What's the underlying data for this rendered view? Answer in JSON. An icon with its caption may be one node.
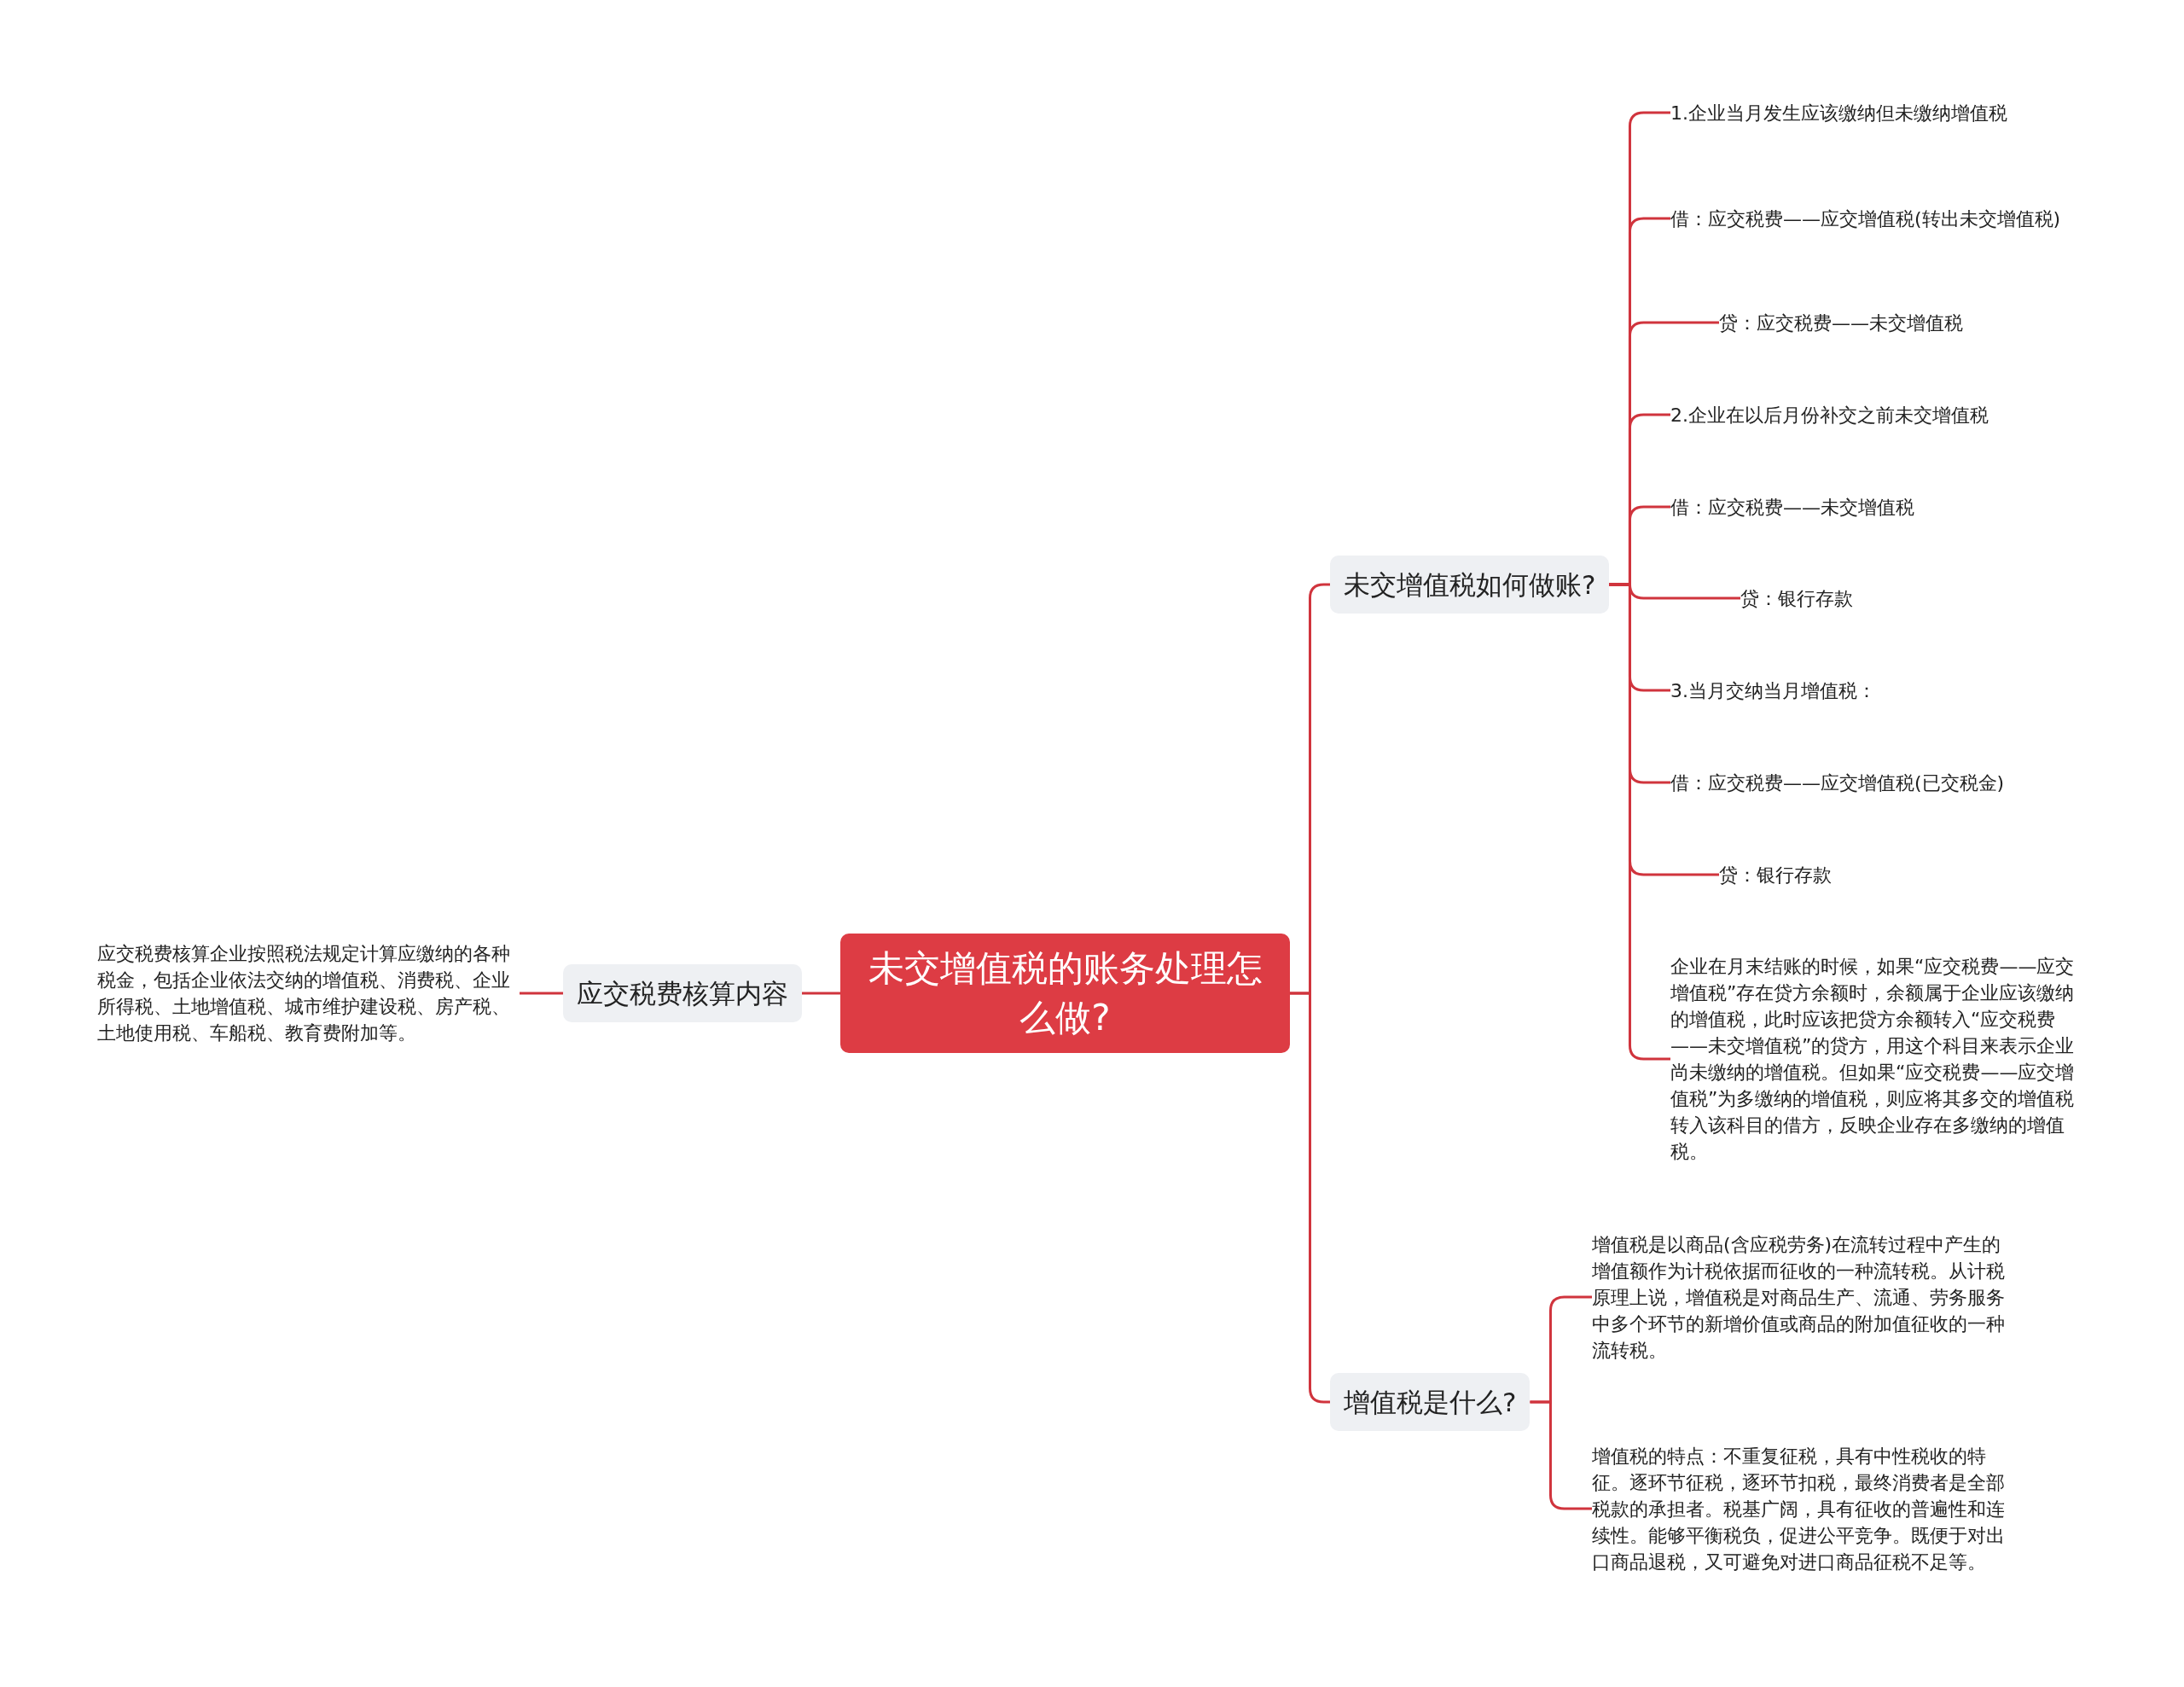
{
  "diagram": {
    "nodes": [
      {
        "text": [
          "未交增值税的账务处理怎么做?"
        ]
      },
      {
        "text": [
          "应交税费核算内容"
        ]
      },
      {
        "text": [
          "应交税费核算企业按照税法规定计算应缴纳的各种税金，包括企业依法交纳的增值税、消费税、企业所得税、土地增值税、城市维护建设税、房产税、土地使用税、车船税、教育费附加等。"
        ]
      },
      {
        "text": [
          "未交增值税如何做账?"
        ]
      },
      {
        "text": [
          "1.企业当月发生应该缴纳但未缴纳增值税"
        ]
      },
      {
        "text": [
          "借：应交税费——应交增值税(转出未交增值税)"
        ]
      },
      {
        "text": [
          "贷：应交税费——未交增值税"
        ]
      },
      {
        "text": [
          "2.企业在以后月份补交之前未交增值税"
        ]
      },
      {
        "text": [
          "借：应交税费——未交增值税"
        ]
      },
      {
        "text": [
          "贷：银行存款"
        ]
      },
      {
        "text": [
          "3.当月交纳当月增值税："
        ]
      },
      {
        "text": [
          "借：应交税费——应交增值税(已交税金)"
        ]
      },
      {
        "text": [
          "贷：银行存款"
        ]
      },
      {
        "text": [
          "企业在月末结账的时候，如果“应交税费——应交增值税”存在贷方余额时，余额属于企业应该缴纳的增值税，此时应该把贷方余额转入“应交税费——未交增值税”的贷方，用这个科目来表示企业尚未缴纳的增值税。但如果“应交税费——应交增值税”为多缴纳的增值税，则应将其多交的增值税转入该科目的借方，反映企业存在多缴纳的增值税。"
        ]
      },
      {
        "text": [
          "增值税是什么?"
        ]
      },
      {
        "text": [
          "增值税是以商品(含应税劳务)在流转过程中产生的增值额作为计税依据而征收的一种流转税。从计税原理上说，增值税是对商品生产、流通、劳务服务中多个环节的新增价值或商品的附加值征收的一种流转税。"
        ]
      },
      {
        "text": [
          "增值税的特点：不重复征税，具有中性税收的特征。逐环节征税，逐环节扣税，最终消费者是全部税款的承担者。税基广阔，具有征收的普遍性和连续性。能够平衡税负，促进公平竞争。既便于对出口商品退税，又可避免对进口商品征税不足等。"
        ]
      }
    ],
    "edges": [
      {
        "from": 0,
        "to": 1,
        "arrow": "none"
      },
      {
        "from": 1,
        "to": 2,
        "arrow": "none"
      },
      {
        "from": 0,
        "to": 3,
        "arrow": "none"
      },
      {
        "from": 3,
        "to": 4,
        "arrow": "none"
      },
      {
        "from": 3,
        "to": 5,
        "arrow": "none"
      },
      {
        "from": 3,
        "to": 6,
        "arrow": "none"
      },
      {
        "from": 3,
        "to": 7,
        "arrow": "none"
      },
      {
        "from": 3,
        "to": 8,
        "arrow": "none"
      },
      {
        "from": 3,
        "to": 9,
        "arrow": "none"
      },
      {
        "from": 3,
        "to": 10,
        "arrow": "none"
      },
      {
        "from": 3,
        "to": 11,
        "arrow": "none"
      },
      {
        "from": 3,
        "to": 12,
        "arrow": "none"
      },
      {
        "from": 3,
        "to": 13,
        "arrow": "none"
      },
      {
        "from": 0,
        "to": 14,
        "arrow": "none"
      },
      {
        "from": 14,
        "to": 15,
        "arrow": "none"
      },
      {
        "from": 14,
        "to": 16,
        "arrow": "none"
      }
    ]
  }
}
